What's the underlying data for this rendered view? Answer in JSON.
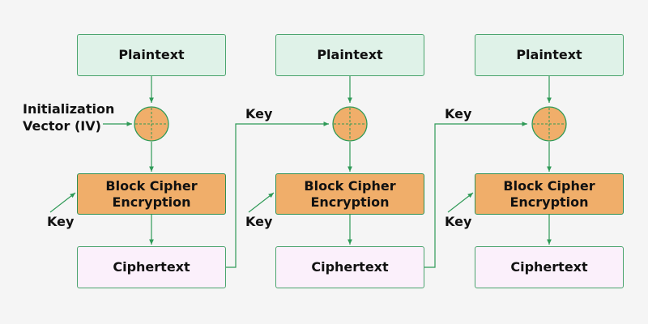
{
  "diagram": {
    "colors": {
      "line": "#2f9a57",
      "plaintext_fill": "#dff2e8",
      "encryption_fill": "#f0ae6a",
      "ciphertext_fill": "#fbf0fb",
      "xor_fill": "#f0ae6a"
    },
    "iv_label": "Initialization\nVector (IV)",
    "stages": [
      {
        "plaintext": "Plaintext",
        "encryption": "Block Cipher\nEncryption",
        "ciphertext": "Ciphertext",
        "key_label": "Key"
      },
      {
        "plaintext": "Plaintext",
        "encryption": "Block Cipher\nEncryption",
        "ciphertext": "Ciphertext",
        "key_label": "Key",
        "chain_key_label": "Key"
      },
      {
        "plaintext": "Plaintext",
        "encryption": "Block Cipher\nEncryption",
        "ciphertext": "Ciphertext",
        "key_label": "Key",
        "chain_key_label": "Key"
      }
    ]
  }
}
